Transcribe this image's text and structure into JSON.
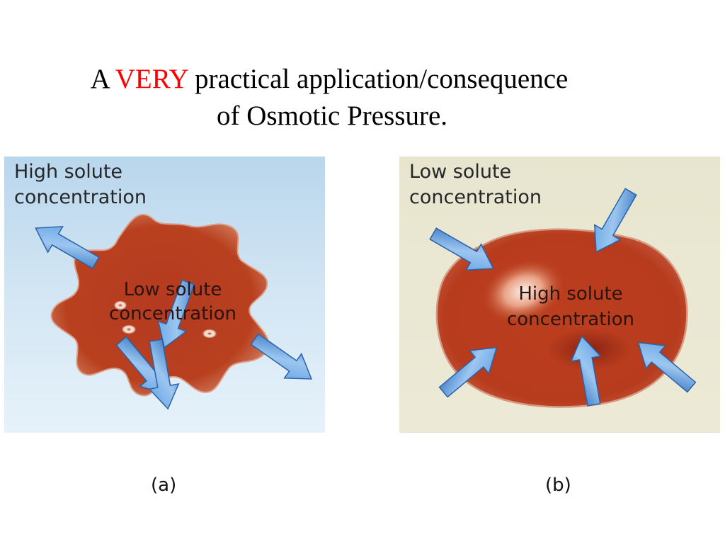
{
  "title": {
    "prefix": "A",
    "emphasis": "VERY",
    "line1_rest": "practical application/consequence",
    "line2": "of Osmotic Pressure.",
    "emphasis_color": "#ff0000"
  },
  "panel_a": {
    "outer_label_line1": "High solute",
    "outer_label_line2": "concentration",
    "inner_label_line1": "Low solute",
    "inner_label_line2": "concentration",
    "arrow_direction": "outward",
    "background_color": "#dcecf7",
    "caption": "(a)"
  },
  "panel_b": {
    "outer_label_line1": "Low solute",
    "outer_label_line2": "concentration",
    "inner_label_line1": "High solute",
    "inner_label_line2": "concentration",
    "arrow_direction": "inward",
    "background_color": "#ecead5",
    "caption": "(b)"
  },
  "colors": {
    "cell": "#b8391f",
    "arrow": "#2f73c4"
  }
}
